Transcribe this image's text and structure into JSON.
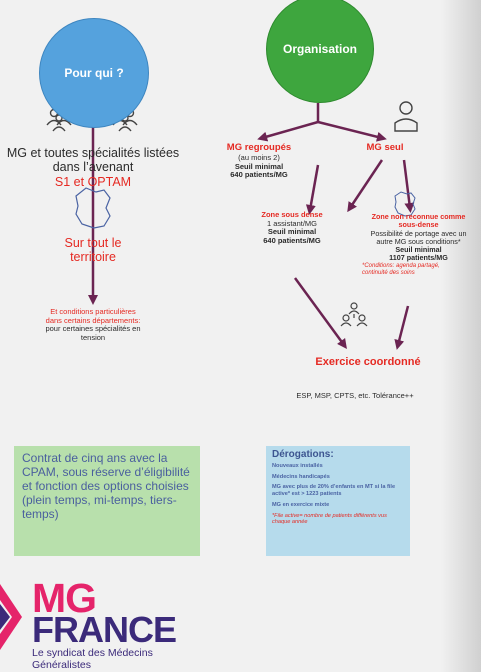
{
  "left_col": {
    "circle_title": "Pour qui ?",
    "line1": "MG et toutes spécialités listées",
    "line2": "dans l’avenant",
    "line3": "S1 et OPTAM",
    "territory1": "Sur tout le",
    "territory2": "territoire",
    "cond1": "Et conditions particulières",
    "cond2": "dans certains départements:",
    "cond3": "pour certaines spécialités en",
    "cond4": "tension"
  },
  "right_col": {
    "circle_title": "Organisation",
    "regroup_title": "MG regroupés",
    "regroup_l1": "(au moins 2)",
    "regroup_l2": "Seuil minimal",
    "regroup_l3": "640 patients/MG",
    "seul_title": "MG seul",
    "zsd_title": "Zone sous dense",
    "zsd_l1": "1 assistant/MG",
    "zsd_l2": "Seuil minimal",
    "zsd_l3": "640 patients/MG",
    "znr_title1": "Zone non reconnue comme",
    "znr_title2": "sous-dense",
    "znr_l1": "Possibilité de portage avec un",
    "znr_l2": "autre MG sous conditions*",
    "znr_l3": "Seuil minimal",
    "znr_l4": "1107 patients/MG",
    "znr_note1": "*Conditions: agenda partagé,",
    "znr_note2": "continuité des soins",
    "exercice": "Exercice coordonné",
    "exercice_sub": "ESP, MSP, CPTS, etc. Tolérance++"
  },
  "contrat": {
    "text": "Contrat de cinq ans avec la CPAM, sous réserve d’éligibilité et fonction des options choisies (plein temps, mi-temps, tiers-temps)"
  },
  "derogations": {
    "title": "Dérogations:",
    "item1": "Nouveaux installés",
    "item2": "Médecins handicapés",
    "item3": "MG avec plus de 20% d’enfants en MT si la file active* est > 1223 patients",
    "item4": "MG en exercice mixte",
    "note": "*File active= nombre de patients différents vus chaque année"
  },
  "logo": {
    "mg": "MG",
    "france": "FRANCE",
    "tag1": "Le syndicat des Médecins",
    "tag2": "Généralistes"
  },
  "colors": {
    "red": "#e52a23",
    "blue": "#55a2dd",
    "green": "#3ea63e",
    "arrow": "#6b2452",
    "pink": "#e5246a",
    "navy": "#3b2a7a"
  }
}
